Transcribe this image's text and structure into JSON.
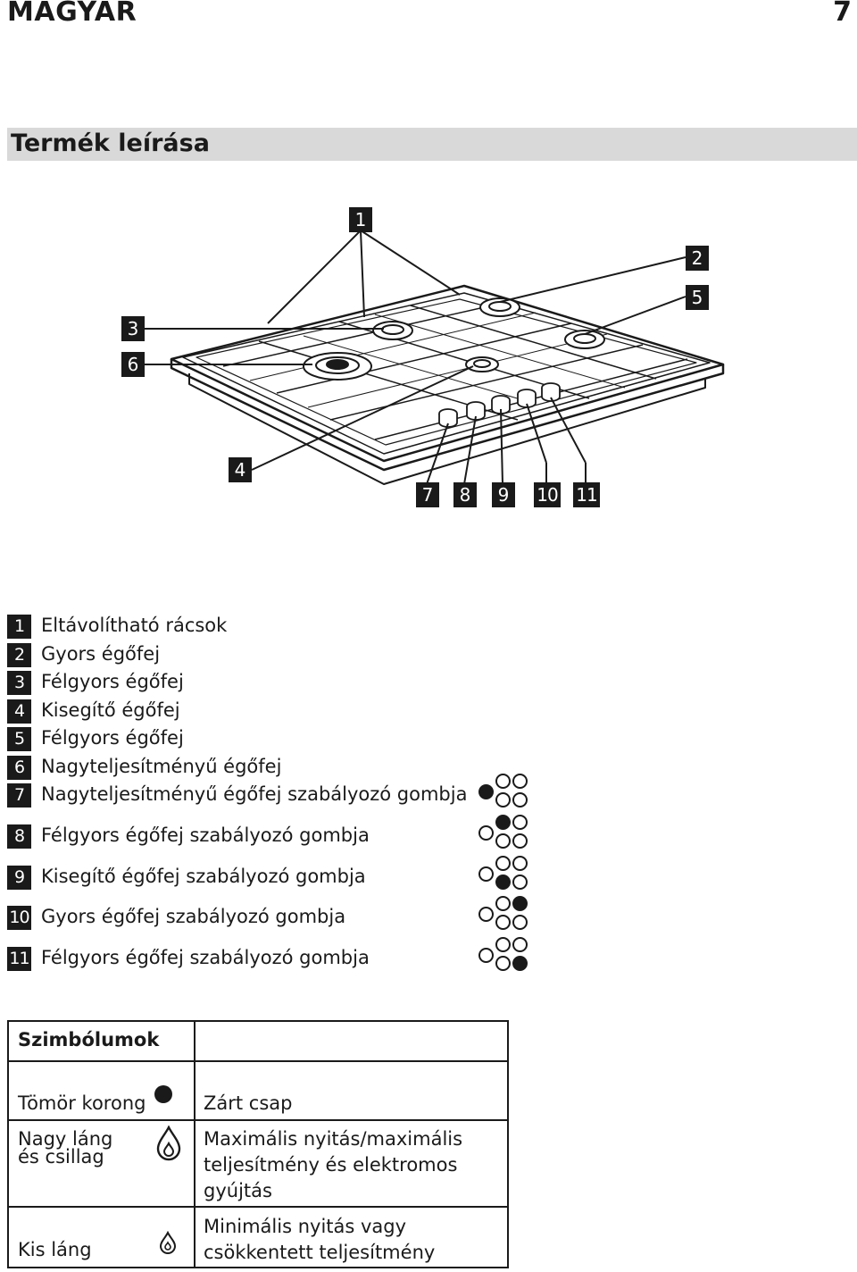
{
  "header": {
    "language": "MAGYAR",
    "page_number": "7"
  },
  "section": {
    "title": "Termék leírása"
  },
  "diagram": {
    "callouts": [
      "1",
      "2",
      "5",
      "3",
      "6",
      "4",
      "7",
      "8",
      "9",
      "10",
      "11"
    ]
  },
  "parts": [
    {
      "num": "1",
      "label": "Eltávolítható rácsok",
      "knob": null
    },
    {
      "num": "2",
      "label": "Gyors égőfej",
      "knob": null
    },
    {
      "num": "3",
      "label": "Félgyors égőfej",
      "knob": null
    },
    {
      "num": "4",
      "label": "Kisegítő égőfej",
      "knob": null
    },
    {
      "num": "5",
      "label": "Félgyors égőfej",
      "knob": null
    },
    {
      "num": "6",
      "label": "Nagyteljesítményű égőfej",
      "knob": null
    },
    {
      "num": "7",
      "label": "Nagyteljesítményű égőfej szabályozó gombja",
      "knob": "left"
    },
    {
      "num": "8",
      "label": "Félgyors égőfej szabályozó gombja",
      "knob": "top-left"
    },
    {
      "num": "9",
      "label": "Kisegítő égőfej szabályozó gombja",
      "knob": "bottom-left"
    },
    {
      "num": "10",
      "label": "Gyors égőfej szabályozó gombja",
      "knob": "top-right"
    },
    {
      "num": "11",
      "label": "Félgyors égőfej szabályozó gombja",
      "knob": "bottom-right"
    }
  ],
  "symbols": {
    "header": "Szimbólumok",
    "rows": [
      {
        "symbol": "Tömör korong",
        "icon": "solid-disc-icon",
        "meaning": "Zárt csap"
      },
      {
        "symbol_line1": "Nagy láng",
        "symbol_line2": "és csillag",
        "icon": "large-flame-icon",
        "meaning_line1": "Maximális nyitás/maximális",
        "meaning_line2": "teljesítmény és elektromos",
        "meaning_line3": "gyújtás"
      },
      {
        "symbol": "Kis láng",
        "icon": "small-flame-icon",
        "meaning_line1": "Minimális nyitás vagy",
        "meaning_line2": "csökkentett teljesítmény"
      }
    ]
  }
}
